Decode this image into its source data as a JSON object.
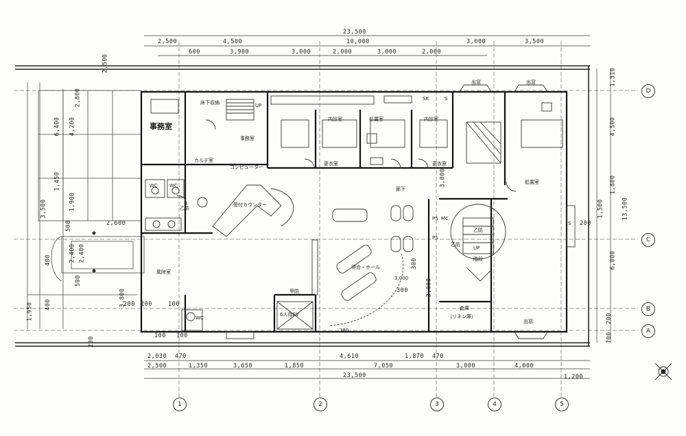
{
  "dims": {
    "top_total": "23,500",
    "top_r1": [
      "2,500",
      "4,500",
      "10,000",
      "3,000",
      "3,500"
    ],
    "top_r2": [
      "600",
      "3,900",
      "3,000",
      "2,000",
      "3,000",
      "2,000"
    ],
    "bot_r1": [
      "2,030",
      "470",
      "4,610",
      "1,870",
      "470"
    ],
    "bot_r2": [
      "2,500",
      "1,350",
      "3,650",
      "1,850",
      "7,050",
      "3,000",
      "4,000"
    ],
    "bot_total": "23,500",
    "bot_extra": "1,200",
    "left": [
      "4,200",
      "6,400",
      "1,450",
      "1,900",
      "3,500",
      "2,400",
      "400",
      "500",
      "2,400",
      "500",
      "1,950",
      "400",
      "100",
      "200",
      "200"
    ],
    "right": [
      "1,310",
      "4,500",
      "1,800",
      "13,500",
      "1,500",
      "6,000",
      "200",
      "700"
    ],
    "misc": [
      "2,500",
      "2,600",
      "2,800",
      "200",
      "200",
      "300",
      "300",
      "3,000",
      "3,000",
      "3,800",
      "100",
      "100"
    ]
  },
  "grid_labels": [
    "D",
    "C",
    "B",
    "A",
    "1",
    "2",
    "3",
    "4",
    "5"
  ],
  "rooms": {
    "office": "事務室",
    "wc1": "WC",
    "wc2": "WC",
    "storage": "床下収納",
    "up1": "UP",
    "clerk": "事務室",
    "chart": "カルテ室",
    "computer": "コンピューター",
    "reception": "受付カウンター",
    "exam1": "内診室",
    "treat": "処置室",
    "exam2": "内診室",
    "changing1": "更衣室",
    "changing2": "更衣室",
    "corridor": "廊下",
    "waiting": "待合・ホール",
    "wind": "風除室",
    "bay1": "出窓",
    "bay2": "出窓",
    "bay3": "出窓",
    "recovery": "処置室",
    "sk": "SK",
    "s": "S",
    "ps": "PS",
    "mc": "MC",
    "ps2": "PS",
    "ss": "S",
    "stair_up": "UP",
    "stair_lbl": "階段",
    "b1": "乙防",
    "b2": "乙防",
    "store": "倉庫",
    "linen": "（リネン庫）",
    "elevator": "6人用EV",
    "flag": "甲防",
    "wc3": "WC",
    "flag2": "乙防",
    "mark380": "380",
    "mark3000": "3,000"
  }
}
